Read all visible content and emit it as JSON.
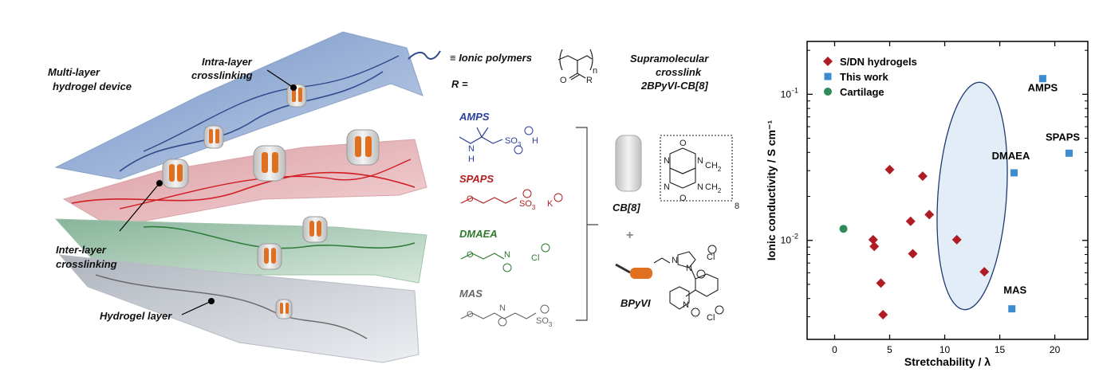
{
  "scheme": {
    "multi_layer_device": [
      "Multi-layer",
      "hydrogel device"
    ],
    "intra_layer": [
      "Intra-layer",
      "crosslinking"
    ],
    "inter_layer": [
      "Inter-layer",
      "crosslinking"
    ],
    "hydrogel_layer": "Hydrogel layer",
    "ionic_polymers": "≡ Ionic polymers",
    "r_equals": "R =",
    "r_label": "R",
    "o_label": "O",
    "n_label": "n",
    "supramolecular": [
      "Supramolecular",
      "crosslink",
      "2BPyVI-CB[8]"
    ],
    "monomers": [
      {
        "name": "AMPS",
        "color": "#2b3f99"
      },
      {
        "name": "SPAPS",
        "color": "#b21f1f"
      },
      {
        "name": "DMAEA",
        "color": "#2d7a2d"
      },
      {
        "name": "MAS",
        "color": "#666666"
      }
    ],
    "amps_groups": {
      "n": "N",
      "h": "H",
      "so3": "SO",
      "so3_sub": "3",
      "h2": "H"
    },
    "spaps_groups": {
      "o": "O",
      "so3": "SO",
      "so3_sub": "3",
      "k": "K"
    },
    "dmaea_groups": {
      "o": "O",
      "n": "N",
      "cl": "Cl"
    },
    "mas_groups": {
      "o": "O",
      "n": "N",
      "so3": "SO",
      "so3_sub": "3"
    },
    "cb8_label": "CB[8]",
    "cb8_struct": {
      "o1": "O",
      "o2": "O",
      "n1": "N",
      "n2": "N",
      "n3": "N",
      "n4": "N",
      "ch2a": "CH",
      "ch2b": "CH",
      "sub2": "2",
      "sub8": "8"
    },
    "plus": "+",
    "bpyvi_label": "BPyVI",
    "bpyvi_groups": {
      "n1": "N",
      "n2": "N",
      "n3": "N",
      "cl1": "Cl",
      "cl2": "Cl"
    }
  },
  "chart_data": {
    "type": "scatter",
    "xlabel": "Stretchability / λ",
    "ylabel": "Ionic conductivity / S cm⁻¹",
    "xlim": [
      -2.5,
      23
    ],
    "ylim": [
      0.0021,
      0.23
    ],
    "y_scale": "log",
    "x_ticks": [
      0,
      5,
      10,
      15,
      20
    ],
    "x_tick_labels": [
      "0",
      "5",
      "10",
      "15",
      "20"
    ],
    "y_ticks": [
      0.01,
      0.1
    ],
    "y_tick_labels": [
      "10",
      "10"
    ],
    "y_tick_exponents": [
      "-2",
      "-1"
    ],
    "grid": false,
    "legend_position": "top-left",
    "series": [
      {
        "name": "S/DN hydrogels",
        "marker": "diamond",
        "color": "#b01c24",
        "x": [
          3.5,
          3.6,
          4.2,
          4.4,
          5.0,
          6.9,
          7.1,
          8.0,
          8.6,
          11.1,
          13.6
        ],
        "y": [
          0.0101,
          0.0091,
          0.0051,
          0.0031,
          0.0305,
          0.0135,
          0.0081,
          0.0275,
          0.015,
          0.0101,
          0.0061
        ]
      },
      {
        "name": "This work",
        "marker": "square",
        "color": "#3d8ccf",
        "x": [
          18.9,
          21.3,
          16.3,
          16.1
        ],
        "y": [
          0.128,
          0.0395,
          0.029,
          0.0034
        ]
      },
      {
        "name": "Cartilage",
        "marker": "circle",
        "color": "#2e8b57",
        "x": [
          0.8
        ],
        "y": [
          0.012
        ]
      }
    ],
    "annotations": [
      "AMPS",
      "SPAPS",
      "DMAEA",
      "MAS"
    ]
  }
}
